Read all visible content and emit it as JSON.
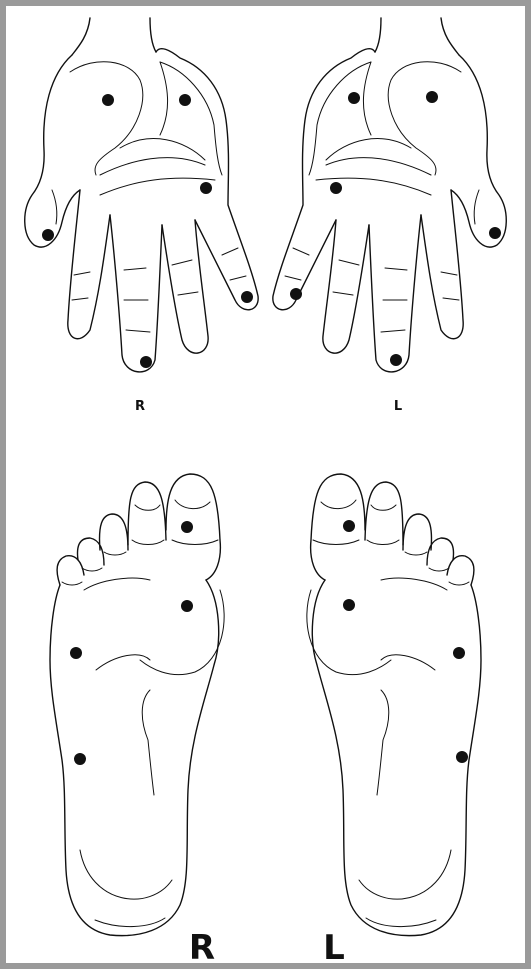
{
  "labels": {
    "hand_right": "R",
    "hand_left": "L",
    "foot_right": "R",
    "foot_left": "L"
  },
  "colors": {
    "ink": "#111111",
    "frame": "#9a9a9a",
    "background": "#ffffff"
  },
  "points": {
    "right_hand": [
      "thenar",
      "hypothenar-upper",
      "palm-ring-base",
      "thumb-tip",
      "middle-fingertip",
      "little-fingertip"
    ],
    "left_hand": [
      "thenar",
      "hypothenar-upper",
      "palm-ring-base",
      "thumb-tip",
      "middle-fingertip",
      "little-fingertip"
    ],
    "right_foot": [
      "big-toe",
      "ball",
      "lateral-midfoot",
      "lateral-heel-front"
    ],
    "left_foot": [
      "big-toe",
      "ball",
      "lateral-midfoot",
      "lateral-heel-front"
    ]
  }
}
